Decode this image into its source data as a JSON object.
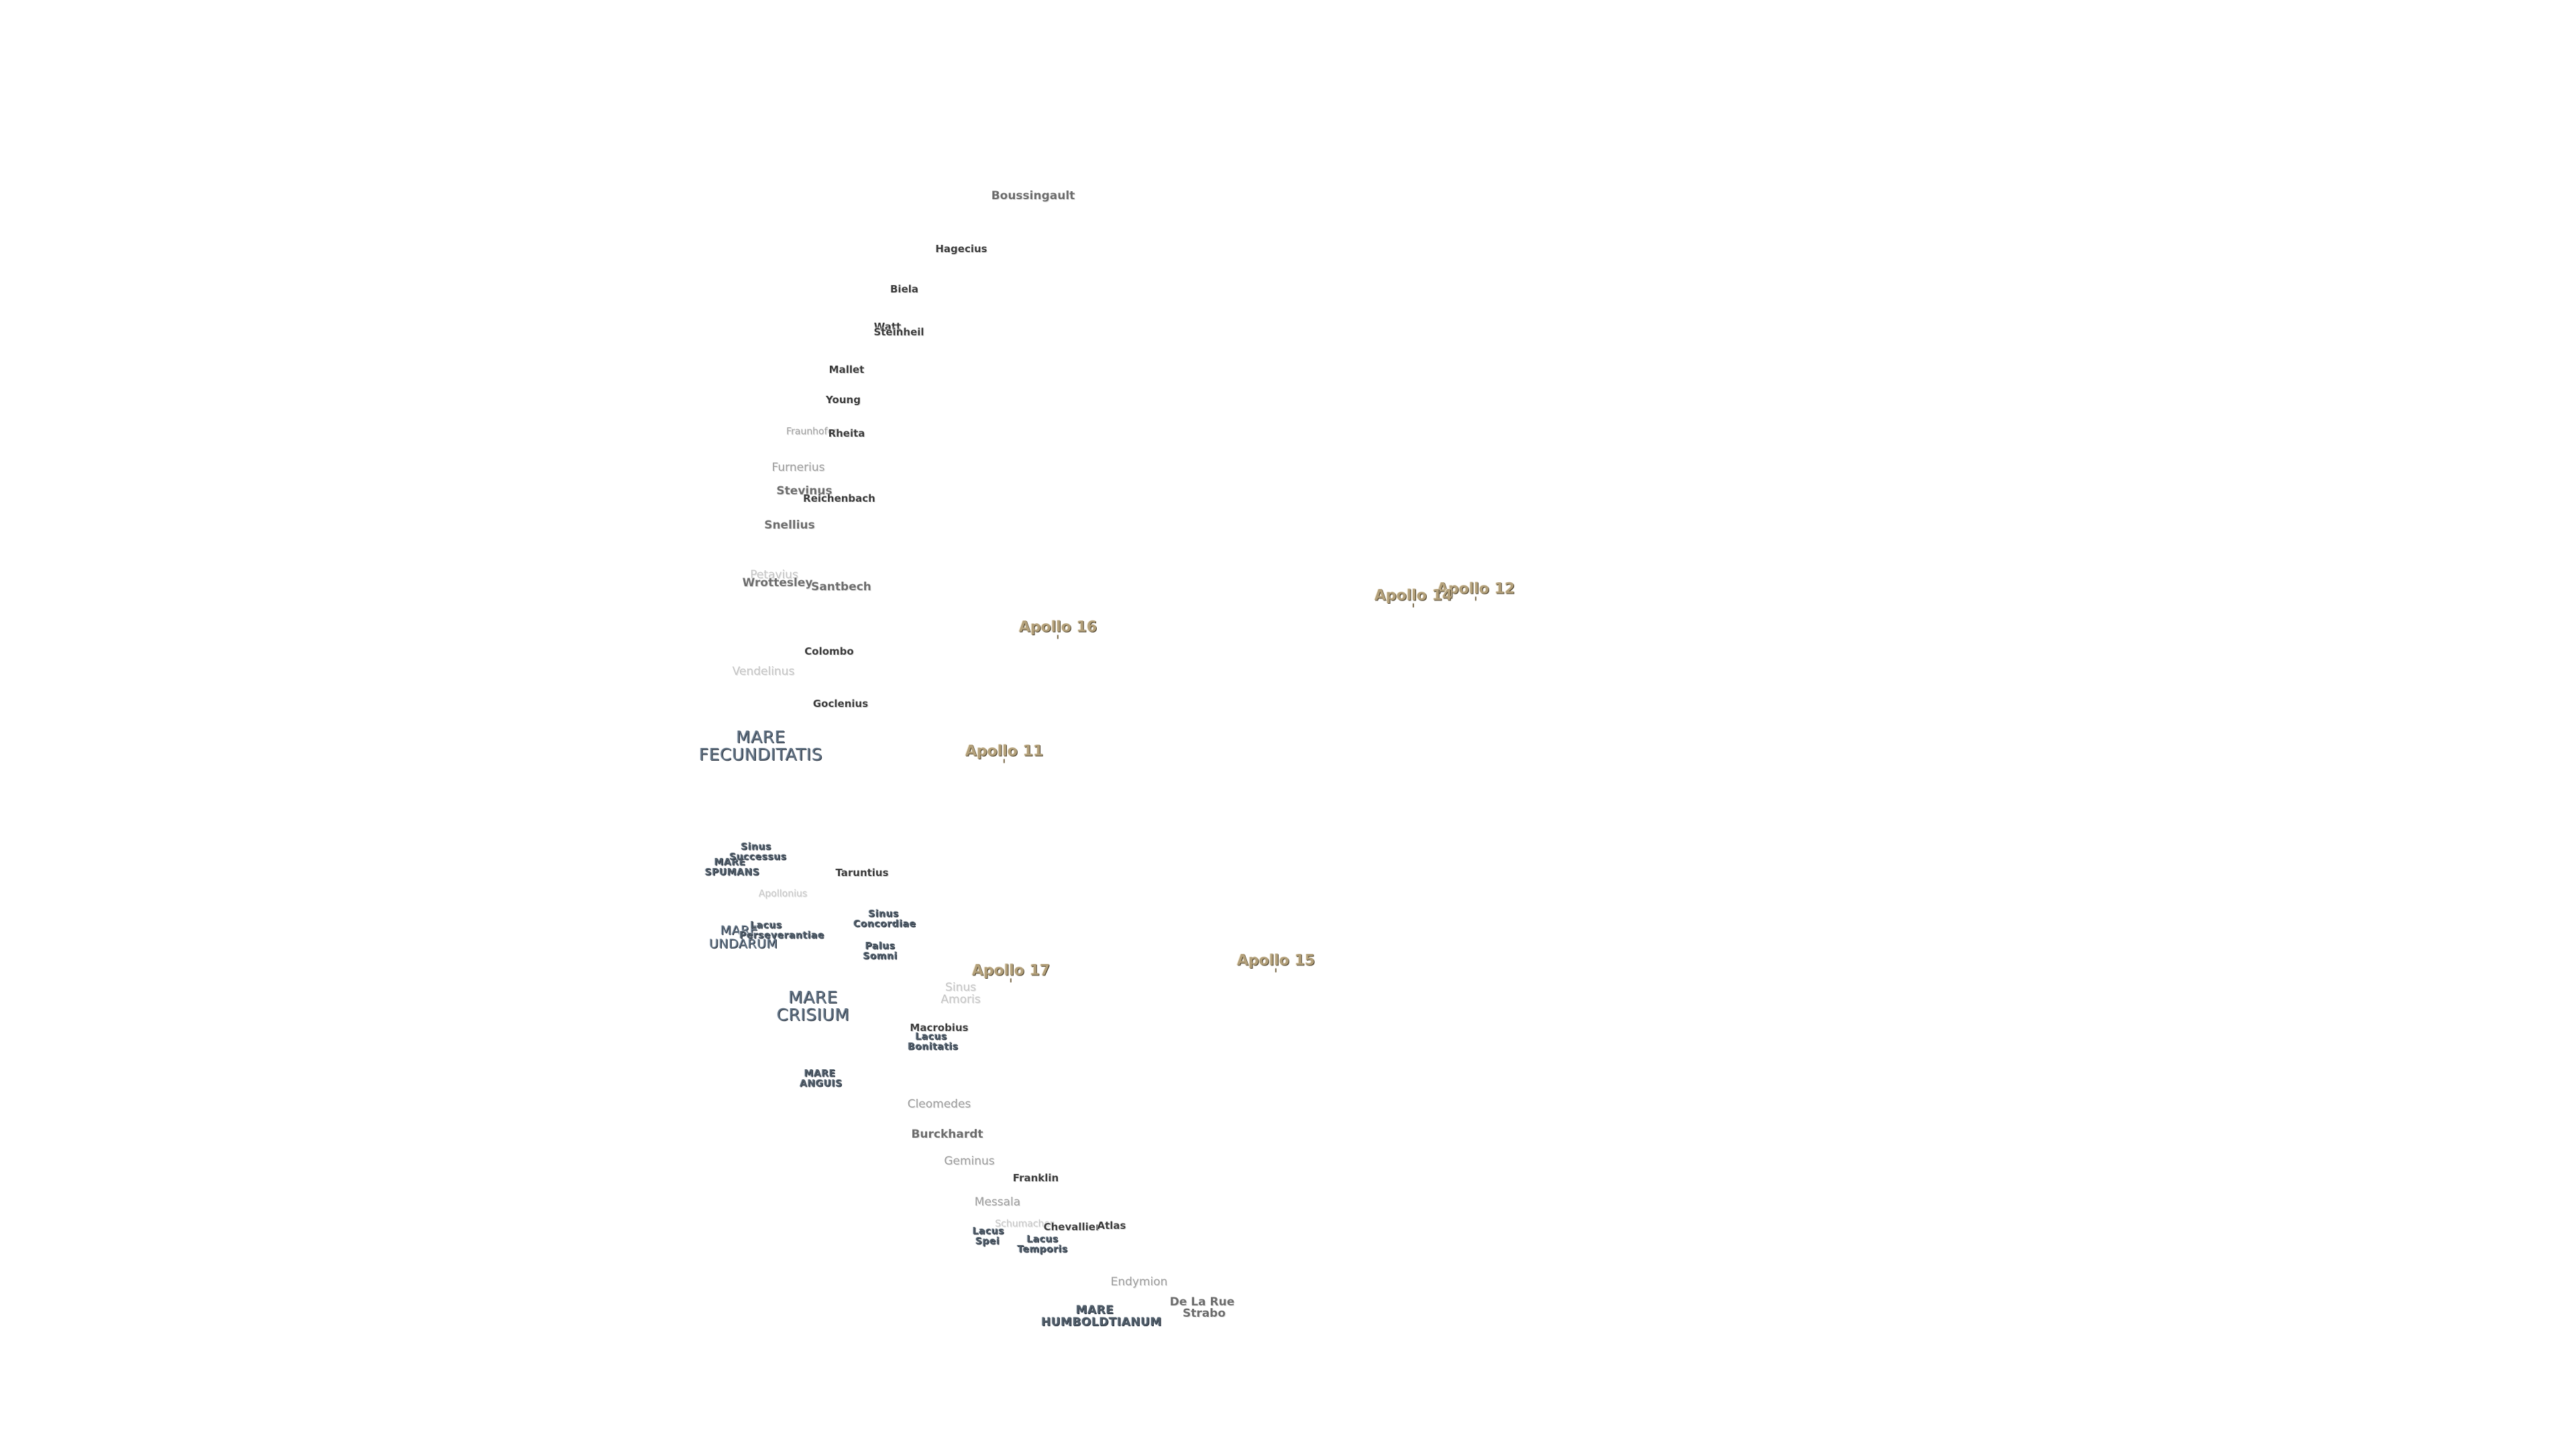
{
  "apollo_sites": [
    {
      "id": "apollo-12",
      "label": "Apollo 12"
    },
    {
      "id": "apollo-14",
      "label": "Apollo 14"
    },
    {
      "id": "apollo-16",
      "label": "Apollo 16"
    },
    {
      "id": "apollo-11",
      "label": "Apollo 11"
    },
    {
      "id": "apollo-17",
      "label": "Apollo 17"
    },
    {
      "id": "apollo-15",
      "label": "Apollo 15"
    }
  ],
  "maria": [
    {
      "id": "mare-fecunditatis",
      "label": "MARE FECUNDITATIS"
    },
    {
      "id": "mare-crisium",
      "label": "MARE CRISIUM"
    },
    {
      "id": "mare-undarum",
      "label": "MARE UNDARUM"
    },
    {
      "id": "mare-spumans",
      "label": "MARE SPUMANS"
    },
    {
      "id": "mare-anguis",
      "label": "MARE ANGUIS"
    },
    {
      "id": "mare-humboldtianum",
      "label": "MARE HUMBOLDTIANUM"
    },
    {
      "id": "sinus-successus",
      "label": "Sinus Successus"
    },
    {
      "id": "sinus-concordiae",
      "label": "Sinus Concordiae"
    },
    {
      "id": "sinus-amoris",
      "label": "Sinus Amoris"
    },
    {
      "id": "palus-somni",
      "label": "Palus Somni"
    },
    {
      "id": "lacus-bonitatis",
      "label": "Lacus Bonitatis"
    },
    {
      "id": "lacus-perseverantiae",
      "label": "Lacus Perseverantiae"
    },
    {
      "id": "lacus-spei",
      "label": "Lacus Spei"
    },
    {
      "id": "lacus-temporis",
      "label": "Lacus Temporis"
    }
  ],
  "craters": [
    {
      "id": "boussingault",
      "label": "Boussingault"
    },
    {
      "id": "hagecius",
      "label": "Hagecius"
    },
    {
      "id": "biela",
      "label": "Biela"
    },
    {
      "id": "watt",
      "label": "Watt"
    },
    {
      "id": "steinheil",
      "label": "Steinheil"
    },
    {
      "id": "mallet",
      "label": "Mallet"
    },
    {
      "id": "young",
      "label": "Young"
    },
    {
      "id": "fraunhofer",
      "label": "Fraunhofer"
    },
    {
      "id": "rheita",
      "label": "Rheita"
    },
    {
      "id": "furnerius",
      "label": "Furnerius"
    },
    {
      "id": "stevinus",
      "label": "Stevinus"
    },
    {
      "id": "reichenbach",
      "label": "Reichenbach"
    },
    {
      "id": "snellius",
      "label": "Snellius"
    },
    {
      "id": "petavius",
      "label": "Petavius"
    },
    {
      "id": "wrottesley",
      "label": "Wrottesley"
    },
    {
      "id": "santbech",
      "label": "Santbech"
    },
    {
      "id": "colombo",
      "label": "Colombo"
    },
    {
      "id": "vendelinus",
      "label": "Vendelinus"
    },
    {
      "id": "goclenius",
      "label": "Goclenius"
    },
    {
      "id": "taruntius",
      "label": "Taruntius"
    },
    {
      "id": "apollonius",
      "label": "Apollonius"
    },
    {
      "id": "macrobius",
      "label": "Macrobius"
    },
    {
      "id": "cleomedes",
      "label": "Cleomedes"
    },
    {
      "id": "burckhardt",
      "label": "Burckhardt"
    },
    {
      "id": "geminus",
      "label": "Geminus"
    },
    {
      "id": "franklin",
      "label": "Franklin"
    },
    {
      "id": "messala",
      "label": "Messala"
    },
    {
      "id": "schumacher",
      "label": "Schumacher"
    },
    {
      "id": "chevallier",
      "label": "Chevallier"
    },
    {
      "id": "atlas",
      "label": "Atlas"
    },
    {
      "id": "endymion",
      "label": "Endymion"
    },
    {
      "id": "de-la-rue",
      "label": "De La Rue"
    },
    {
      "id": "strabo",
      "label": "Strabo"
    }
  ]
}
